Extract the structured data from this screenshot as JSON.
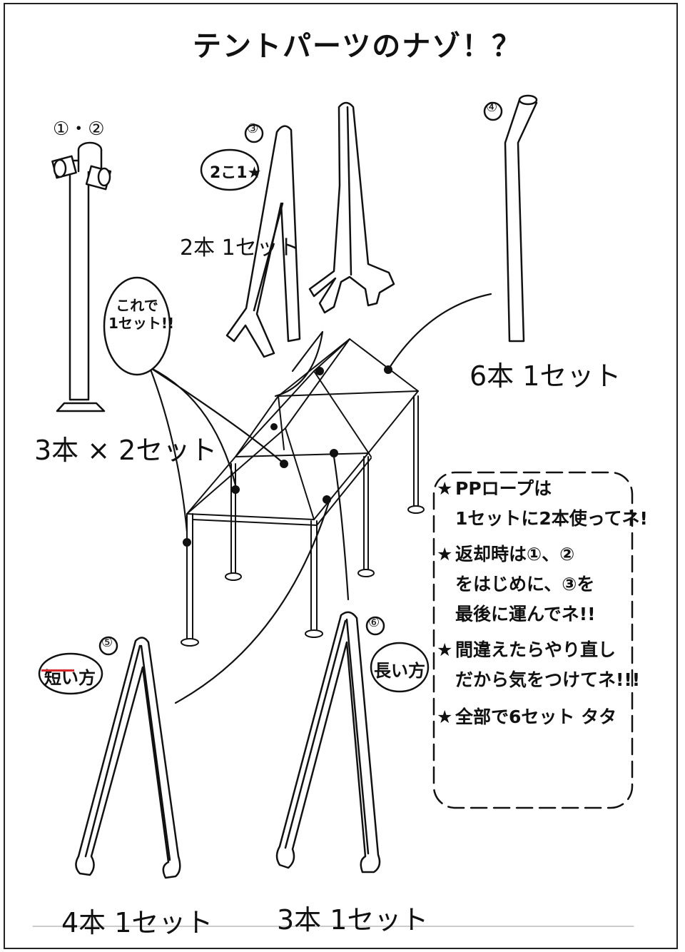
{
  "title": "テントパーツのナゾ！？",
  "parts": {
    "p12": {
      "marker": "①・②",
      "count": "3本 × 2セット"
    },
    "p3": {
      "marker": "③",
      "badge": "2こ1★",
      "count": "2本 1セット"
    },
    "p4": {
      "marker": "④",
      "count": "6本 1セット"
    },
    "p5": {
      "marker": "⑤",
      "badge": "短い方",
      "count": "4本 1セット"
    },
    "p6": {
      "marker": "⑥",
      "badge": "長い方",
      "count": "3本 1セット"
    }
  },
  "callout": {
    "line1": "これで",
    "line2": "1セット!!"
  },
  "notes": {
    "n1": {
      "star": "★",
      "line1": "PPロープは",
      "line2": "1セットに2本使ってネ!"
    },
    "n2": {
      "star": "★",
      "line1": "返却時は①、②",
      "line2": "をはじめに、③を",
      "line3": "最後に運んでネ!!"
    },
    "n3": {
      "star": "★",
      "line1": "間違えたらやり直し",
      "line2": "だから気をつけてネ!!!"
    },
    "n4": {
      "star": "★",
      "line1": "全部で6セット",
      "suffix": "タタ"
    }
  }
}
